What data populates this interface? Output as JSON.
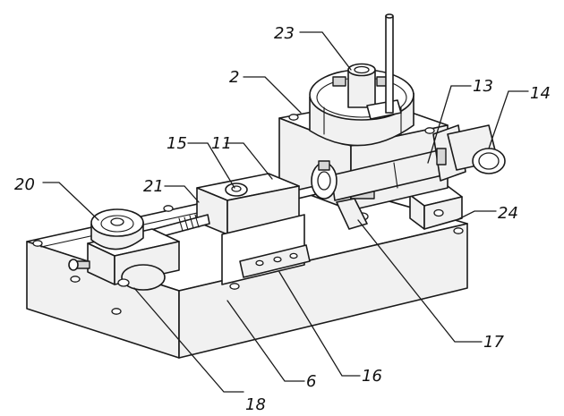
{
  "callouts": {
    "c23": "23",
    "c2": "2",
    "c13": "13",
    "c14": "14",
    "c15": "15",
    "c11": "11",
    "c20": "20",
    "c21": "21",
    "c24": "24",
    "c17": "17",
    "c16": "16",
    "c6": "6",
    "c18": "18"
  }
}
